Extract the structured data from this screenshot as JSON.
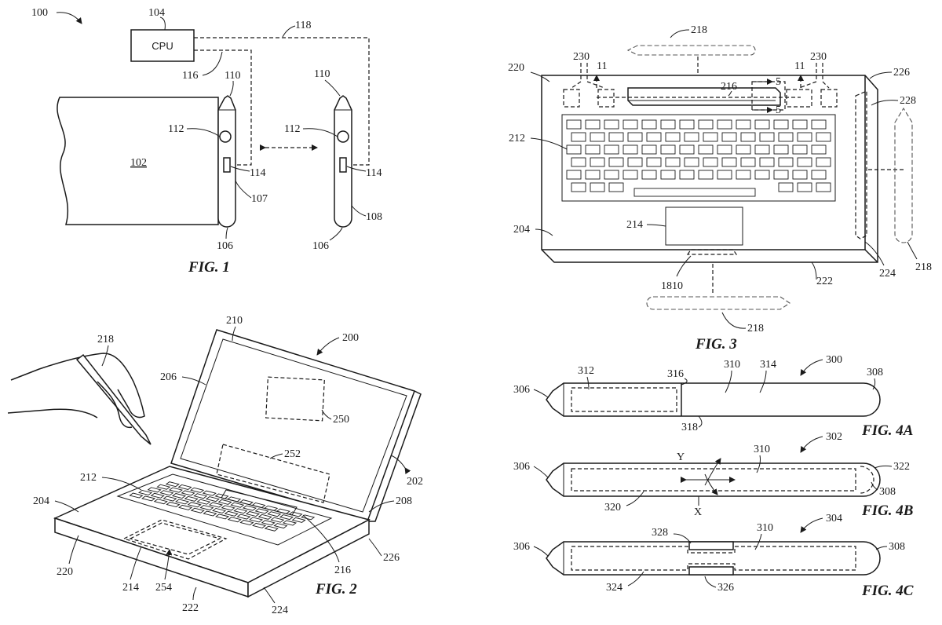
{
  "cpu_box": "CPU",
  "figures": {
    "fig1": "FIG. 1",
    "fig2": "FIG. 2",
    "fig3": "FIG. 3",
    "fig4a": "FIG. 4A",
    "fig4b": "FIG. 4B",
    "fig4c": "FIG. 4C"
  },
  "fig1_refs": {
    "r100": "100",
    "r104": "104",
    "r118": "118",
    "r116": "116",
    "r110a": "110",
    "r110b": "110",
    "r112a": "112",
    "r112b": "112",
    "r102": "102",
    "r114a": "114",
    "r114b": "114",
    "r107": "107",
    "r108": "108",
    "r106a": "106",
    "r106b": "106"
  },
  "fig2_refs": {
    "r218": "218",
    "r210": "210",
    "r200": "200",
    "r206": "206",
    "r250": "250",
    "r252": "252",
    "r212": "212",
    "r202": "202",
    "r204": "204",
    "r208": "208",
    "r226": "226",
    "r220": "220",
    "r216": "216",
    "r214": "214",
    "r254": "254",
    "r222": "222",
    "r224": "224"
  },
  "fig3_refs": {
    "r218top": "218",
    "r220": "220",
    "r230a": "230",
    "r230b": "230",
    "r11a": "11",
    "r11b": "11",
    "r216": "216",
    "r5a": "5",
    "r5b": "5",
    "r226": "226",
    "r228": "228",
    "r212": "212",
    "r204": "204",
    "r214": "214",
    "r224": "224",
    "r218right": "218",
    "r222": "222",
    "r1810": "1810",
    "r218bottom": "218"
  },
  "fig4_refs": {
    "r306a": "306",
    "r312": "312",
    "r316": "316",
    "r310a": "310",
    "r314": "314",
    "r300": "300",
    "r308a": "308",
    "r318": "318",
    "r302": "302",
    "r306b": "306",
    "r310b": "310",
    "r322": "322",
    "r308b": "308",
    "r320": "320",
    "rY": "Y",
    "rX": "X",
    "r304": "304",
    "r306c": "306",
    "r328": "328",
    "r310c": "310",
    "r308c": "308",
    "r324": "324",
    "r326": "326"
  }
}
